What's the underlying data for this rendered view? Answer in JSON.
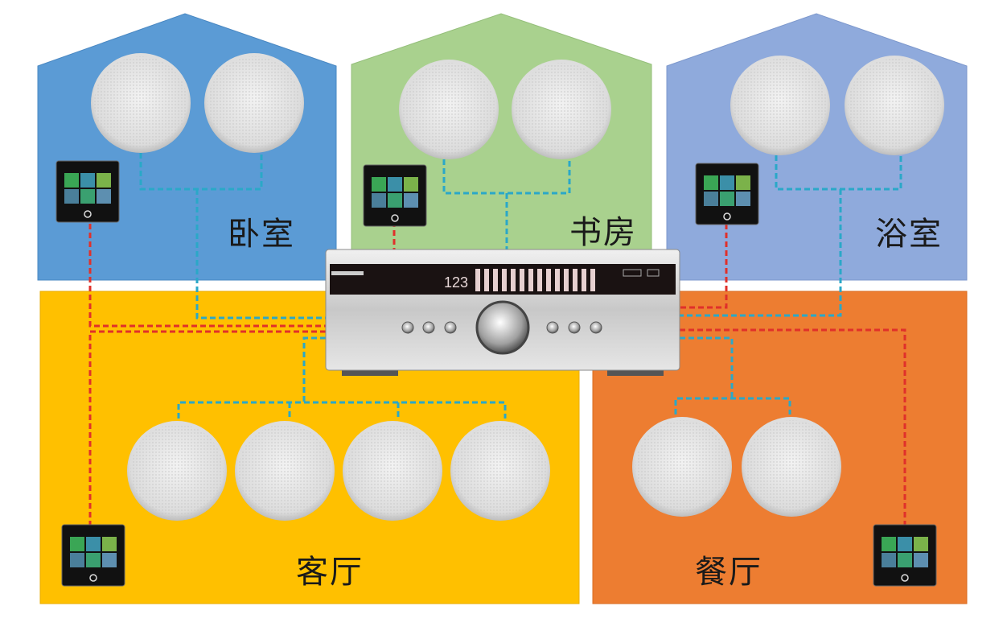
{
  "rooms": {
    "bedroom": {
      "label": "卧室",
      "color": "#5b9bd5"
    },
    "study": {
      "label": "书房",
      "color": "#a9d18e"
    },
    "bathroom": {
      "label": "浴室",
      "color": "#8faadc"
    },
    "living_room": {
      "label": "客厅",
      "color": "#ffc000"
    },
    "dining_room": {
      "label": "餐厅",
      "color": "#ed7d31"
    }
  },
  "amplifier": {
    "display": "123"
  },
  "colors": {
    "speaker_wire": "#2aa8c8",
    "control_wire": "#e0302a"
  }
}
